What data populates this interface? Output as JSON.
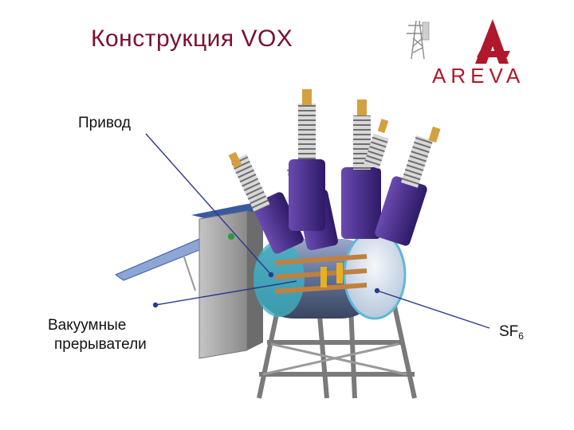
{
  "slide": {
    "title": "Конструкция VOX"
  },
  "logo": {
    "wordmark": "AREVA",
    "brand_color": "#b0182c"
  },
  "callouts": {
    "drive": "Привод",
    "vacuum_line1": "Вакуумные",
    "vacuum_line2": "прерыватели",
    "sf6_base": "SF",
    "sf6_sub": "6"
  },
  "colors": {
    "title": "#7a1030",
    "leader_line": "#2b3a8c",
    "bushing_cap": "#4a2a8a",
    "cabinet": "#9a9a9a",
    "roof": "#3a5aa0"
  },
  "icons": [
    "substation-pylon-icon",
    "areva-logo-icon"
  ]
}
